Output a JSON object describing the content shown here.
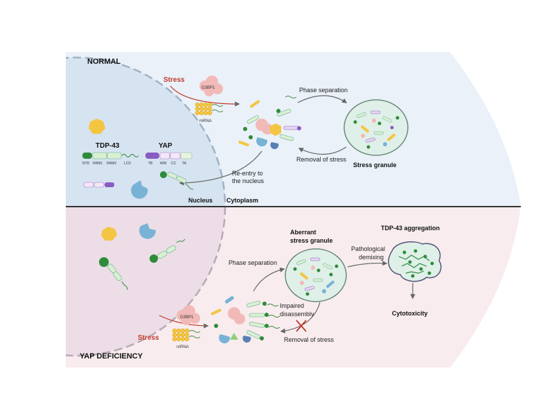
{
  "normal": {
    "title": "NORMAL",
    "stress": "Stress",
    "g3bp1": "G3BP1",
    "mrna": "mRNA",
    "phase_separation": "Phase separation",
    "removal_of_stress": "Removal of stress",
    "stress_granule": "Stress granule",
    "reentry_line1": "Re-entry to",
    "reentry_line2": "the nucleus",
    "nucleus": "Nucleus",
    "cytoplasm": "Cytoplasm"
  },
  "proteins": {
    "tdp43": {
      "name": "TDP-43",
      "domains": [
        "NTD",
        "RRM1",
        "RRM2",
        "LCD"
      ]
    },
    "yap": {
      "name": "YAP",
      "domains": [
        "TB",
        "WW",
        "CC",
        "TA"
      ]
    }
  },
  "deficiency": {
    "title": "YAP DEFICIENCY",
    "stress": "Stress",
    "g3bp1": "G3BP1",
    "mrna": "mRNA",
    "phase_separation": "Phase separation",
    "aberrant_line1": "Aberrant",
    "aberrant_line2": "stress granule",
    "pathological_line1": "Pathological",
    "pathological_line2": "demixing",
    "tdp43_aggregation": "TDP-43 aggregation",
    "impaired_line1": "Impaired",
    "impaired_line2": "disassembly",
    "removal_of_stress": "Removal of stress",
    "cytotoxicity": "Cytotoxicity"
  },
  "colors": {
    "normal_bg": "#eaf1f8",
    "deficiency_bg": "#f8ecee",
    "nucleus_normal": "#d6e3f0",
    "nucleus_deficiency": "#ecdde6",
    "stress_text": "#c0392b",
    "tdp_green": "#2e8b3a",
    "yap_purple": "#8a5cc2"
  }
}
